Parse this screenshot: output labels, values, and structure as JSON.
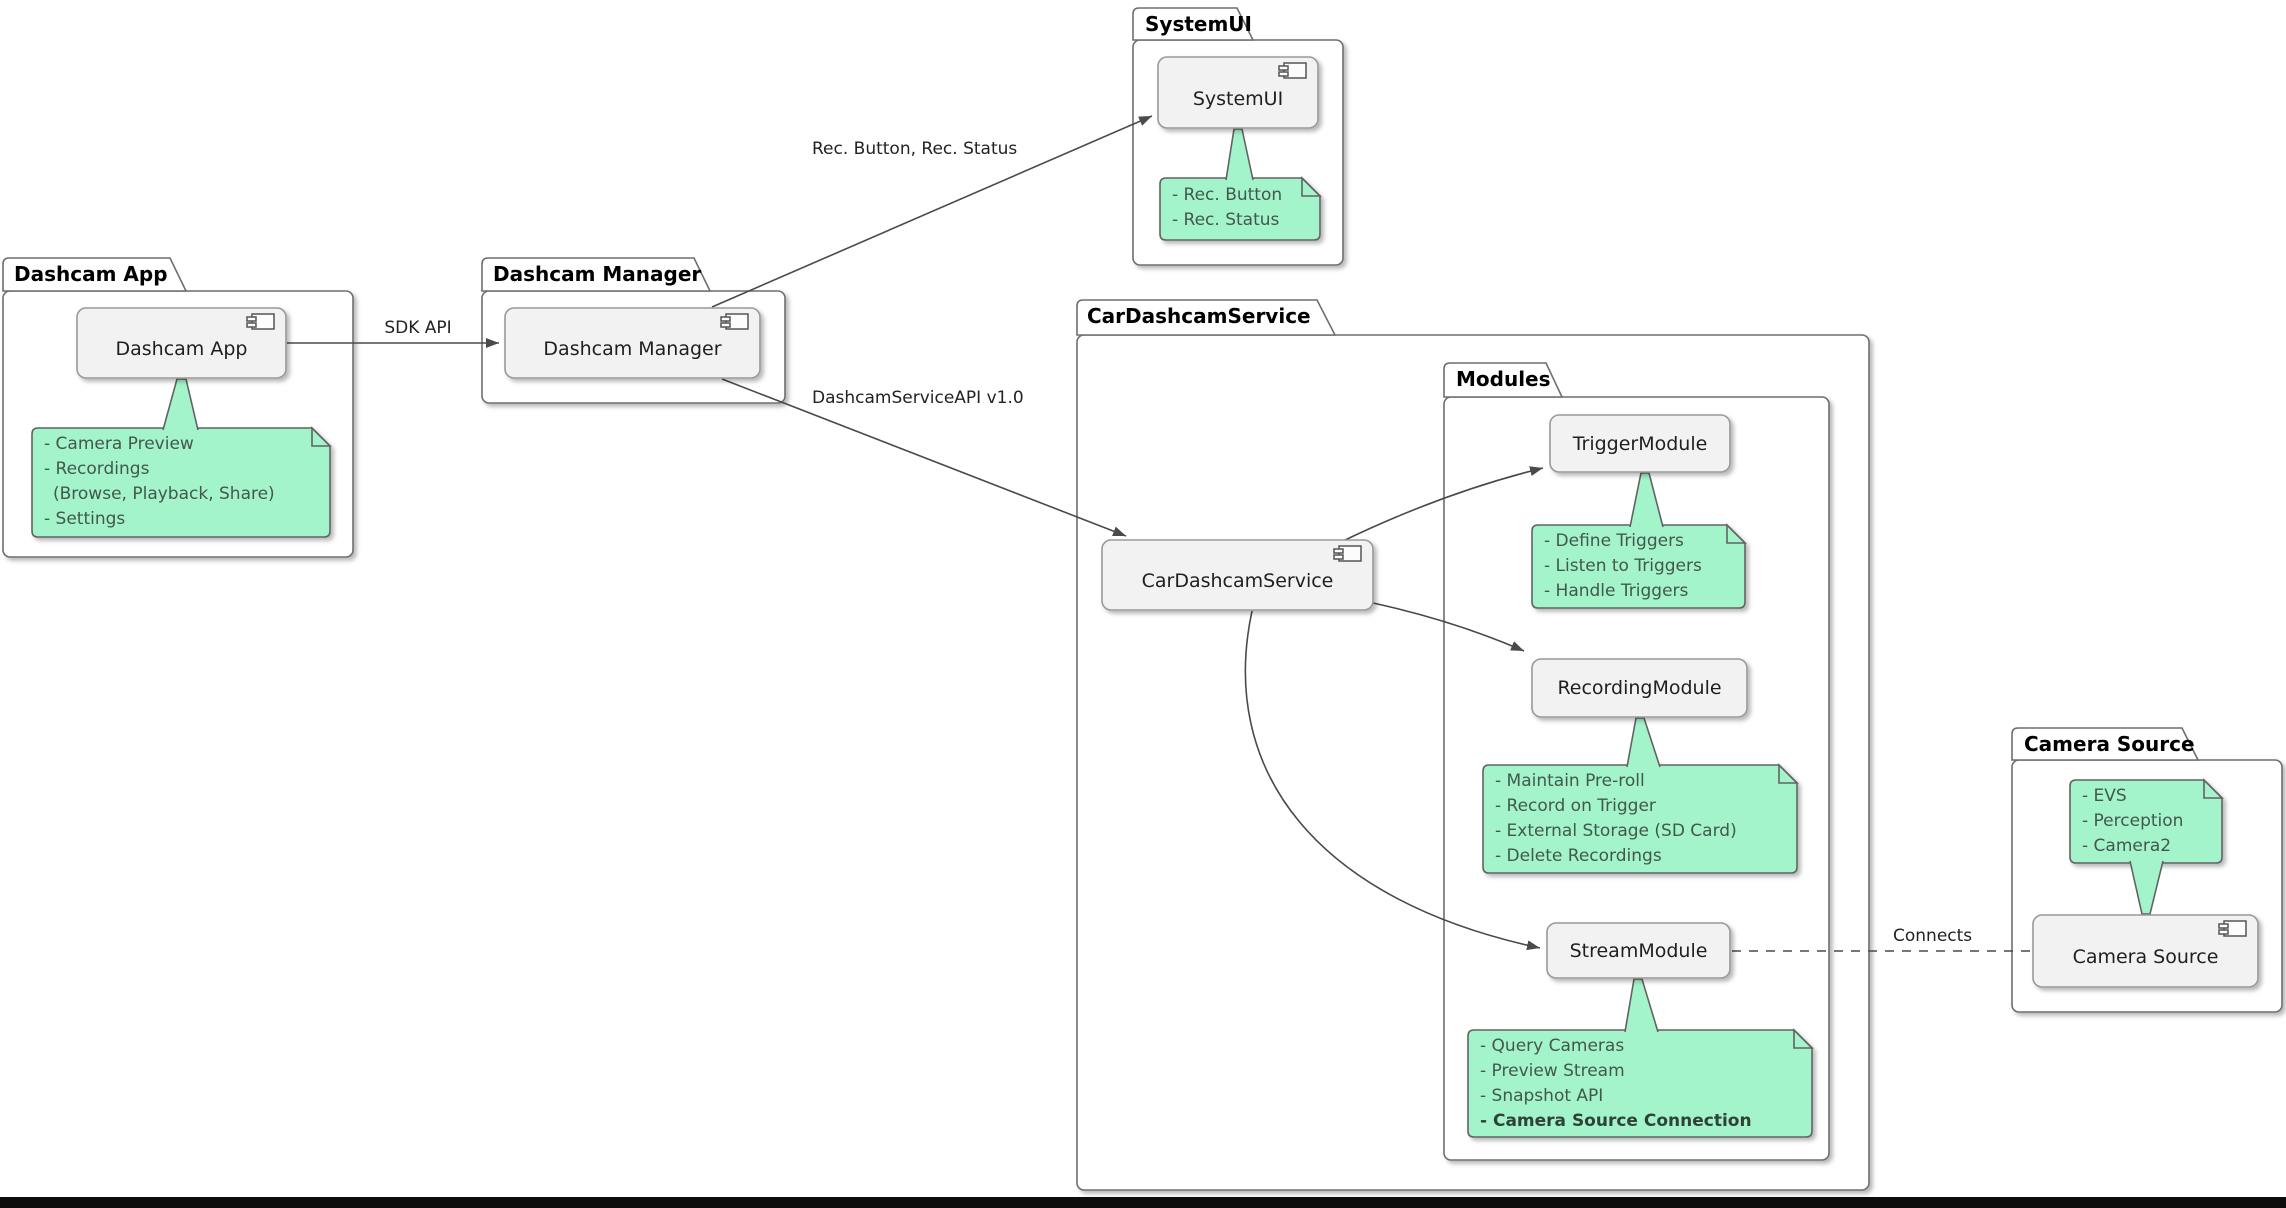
{
  "packages": {
    "dashcam_app": "Dashcam App",
    "dashcam_manager": "Dashcam Manager",
    "systemui": "SystemUI",
    "car_dashcam_service": "CarDashcamService",
    "modules": "Modules",
    "camera_source": "Camera Source"
  },
  "components": {
    "dashcam_app": "Dashcam App",
    "dashcam_manager": "Dashcam Manager",
    "systemui": "SystemUI",
    "car_dashcam_service": "CarDashcamService",
    "trigger_module": "TriggerModule",
    "recording_module": "RecordingModule",
    "stream_module": "StreamModule",
    "camera_source": "Camera Source"
  },
  "notes": {
    "dashcam_app": {
      "lines": [
        "- Camera Preview",
        "- Recordings",
        "(Browse, Playback, Share)",
        "- Settings"
      ]
    },
    "systemui": {
      "lines": [
        "- Rec. Button",
        "- Rec. Status"
      ]
    },
    "trigger_module": {
      "lines": [
        "- Define Triggers",
        "- Listen to Triggers",
        "- Handle Triggers"
      ]
    },
    "recording_module": {
      "lines": [
        "- Maintain Pre-roll",
        "- Record on Trigger",
        "- External Storage (SD Card)",
        "- Delete Recordings"
      ]
    },
    "stream_module": {
      "lines": [
        "- Query Cameras",
        "- Preview Stream",
        "- Snapshot API",
        "- Camera Source Connection"
      ]
    },
    "camera_source": {
      "lines": [
        "- EVS",
        "- Perception",
        "- Camera2"
      ]
    }
  },
  "edges": {
    "sdk_api": "SDK API",
    "rec_button_status": "Rec. Button, Rec. Status",
    "dashcam_service_api": "DashcamServiceAPI v1.0",
    "connects": "Connects"
  },
  "colors": {
    "note_fill": "#A3F3CB",
    "note_border": "#636363",
    "component_fill": "#F2F2F2",
    "component_border": "#999999",
    "package_border": "#6E6E6E",
    "edge_line": "#4A4A4A",
    "bottom_bar": "#0D0D0D"
  }
}
